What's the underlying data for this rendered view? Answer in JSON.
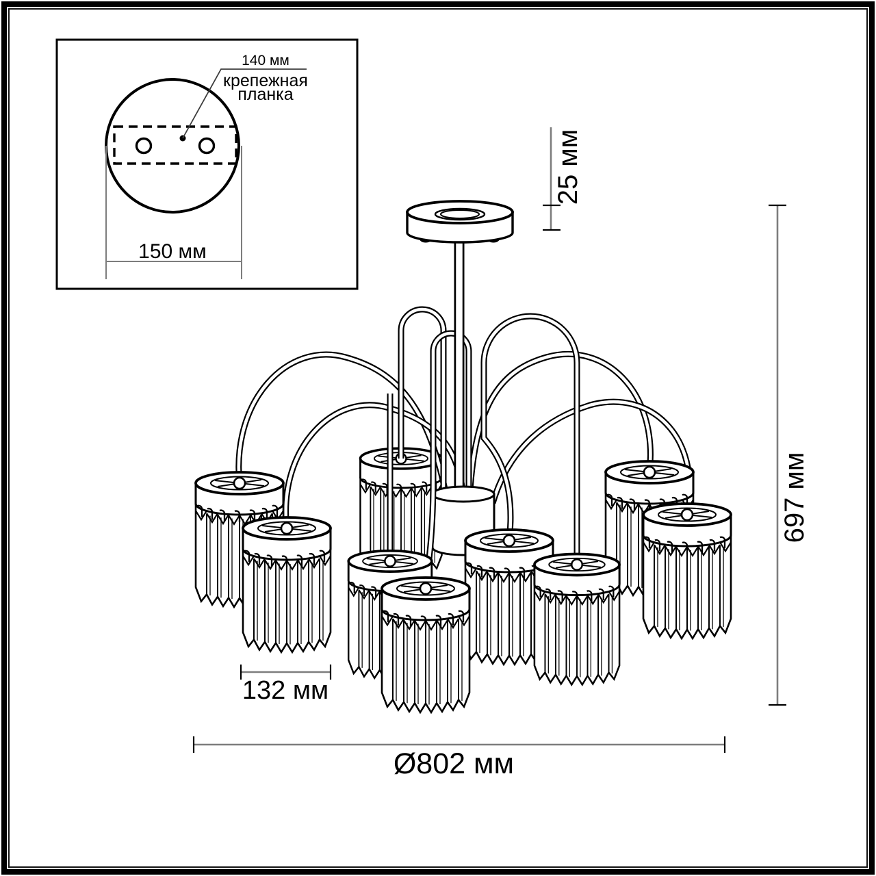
{
  "inset": {
    "dim_plate_width": "140 мм",
    "plate_label_lines": [
      "крепежная",
      "планка"
    ],
    "dim_plate_span": "150 мм"
  },
  "dimensions": {
    "canopy_height": "25 мм",
    "total_height": "697 мм",
    "shade_diameter": "132 мм",
    "overall_diameter": "Ø802 мм"
  },
  "style": {
    "line_color": "#000000",
    "dim_line_color": "#7d7d7d",
    "background": "#ffffff"
  }
}
